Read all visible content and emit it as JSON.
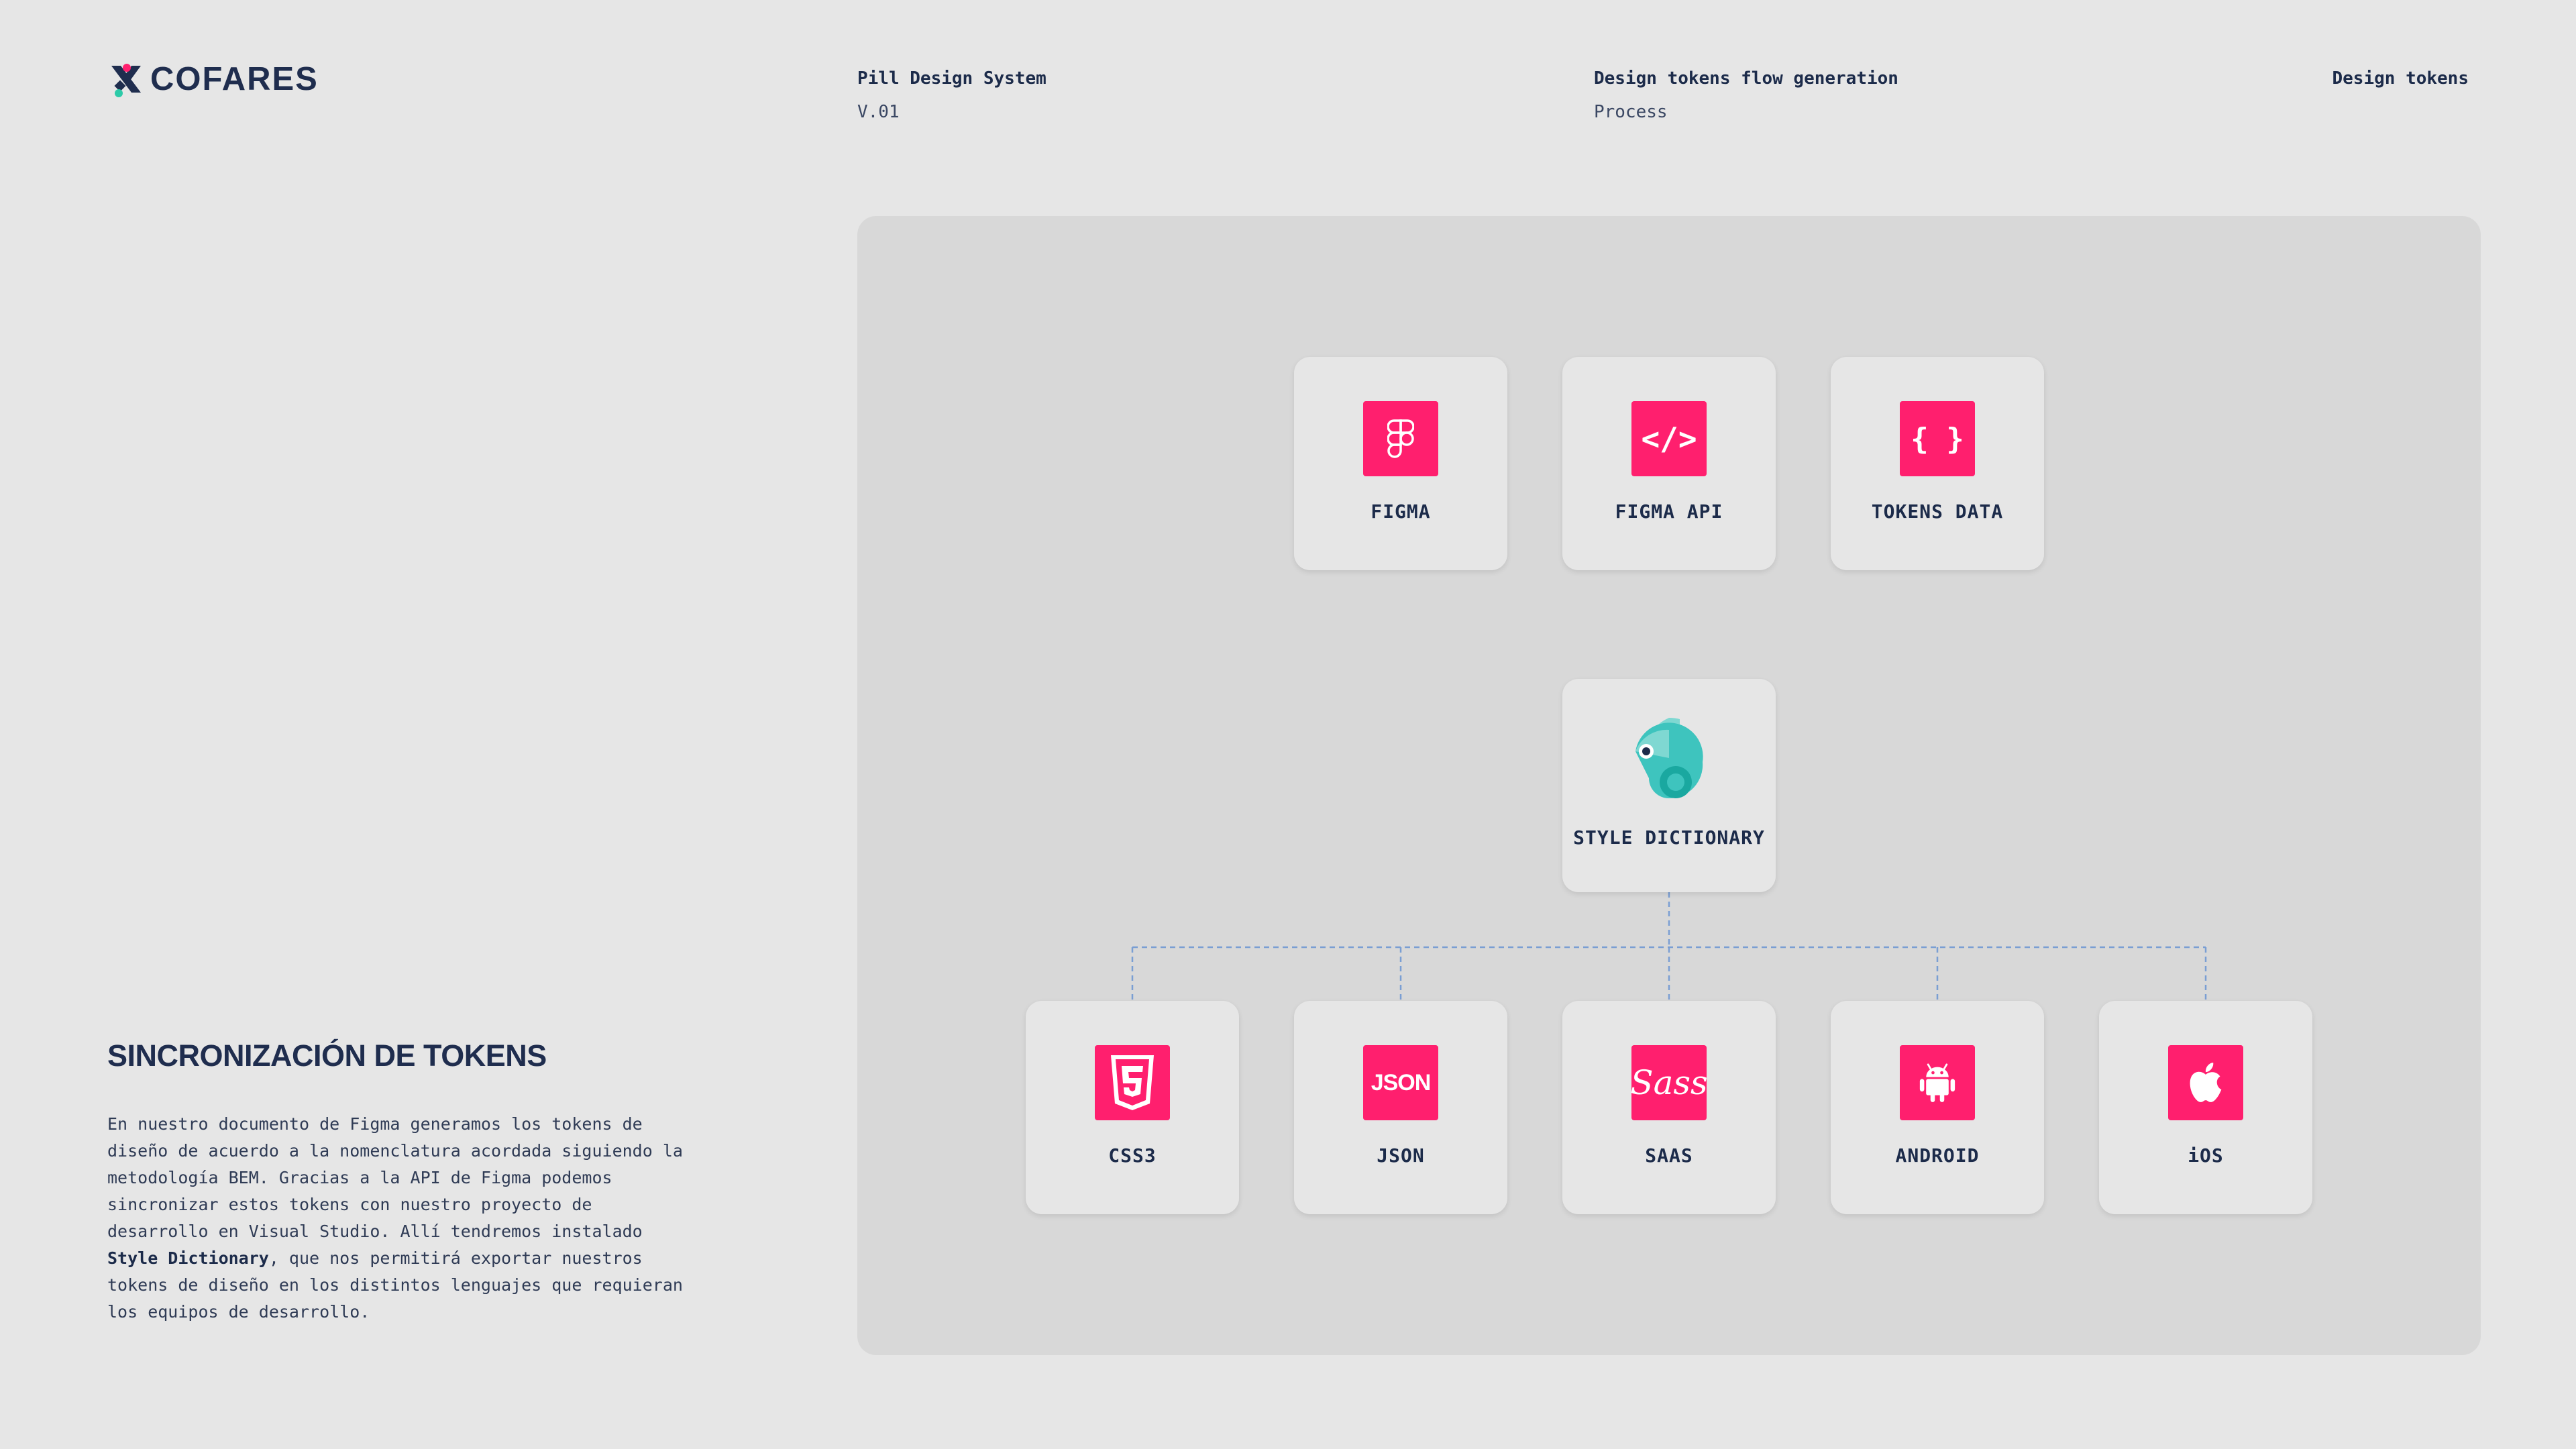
{
  "brand": {
    "name": "COFARES",
    "accent": "#ff1f6e",
    "ink": "#1c2b4a"
  },
  "header": {
    "project_title": "Pill Design System",
    "version": "V.01",
    "flow_title": "Design tokens flow generation",
    "flow_sub": "Process",
    "section": "Design tokens"
  },
  "content": {
    "title": "SINCRONIZACIÓN DE TOKENS",
    "desc_before": "En nuestro documento de Figma generamos los tokens de diseño de acuerdo a la nomenclatura acordada siguiendo la metodología BEM. Gracias a la API de Figma podemos sincronizar estos tokens con nuestro proyecto de desarrollo en Visual Studio. Allí tendremos instalado ",
    "desc_bold": "Style Dictionary",
    "desc_after": ", que nos permitirá exportar nuestros tokens de diseño en los distintos lenguajes que requieran los equipos de desarrollo."
  },
  "diagram": {
    "sources": [
      {
        "label": "FIGMA",
        "icon": "figma-icon"
      },
      {
        "label": "FIGMA API",
        "icon": "code-icon"
      },
      {
        "label": "TOKENS DATA",
        "icon": "braces-icon"
      }
    ],
    "hub": {
      "label": "STYLE DICTIONARY",
      "icon": "chameleon-icon"
    },
    "outputs": [
      {
        "label": "CSS3",
        "icon": "css3-icon"
      },
      {
        "label": "JSON",
        "icon": "json-icon",
        "glyph": "JSON"
      },
      {
        "label": "SAAS",
        "icon": "sass-icon",
        "glyph": "Sass"
      },
      {
        "label": "ANDROID",
        "icon": "android-icon"
      },
      {
        "label": "iOS",
        "icon": "apple-icon"
      }
    ]
  }
}
